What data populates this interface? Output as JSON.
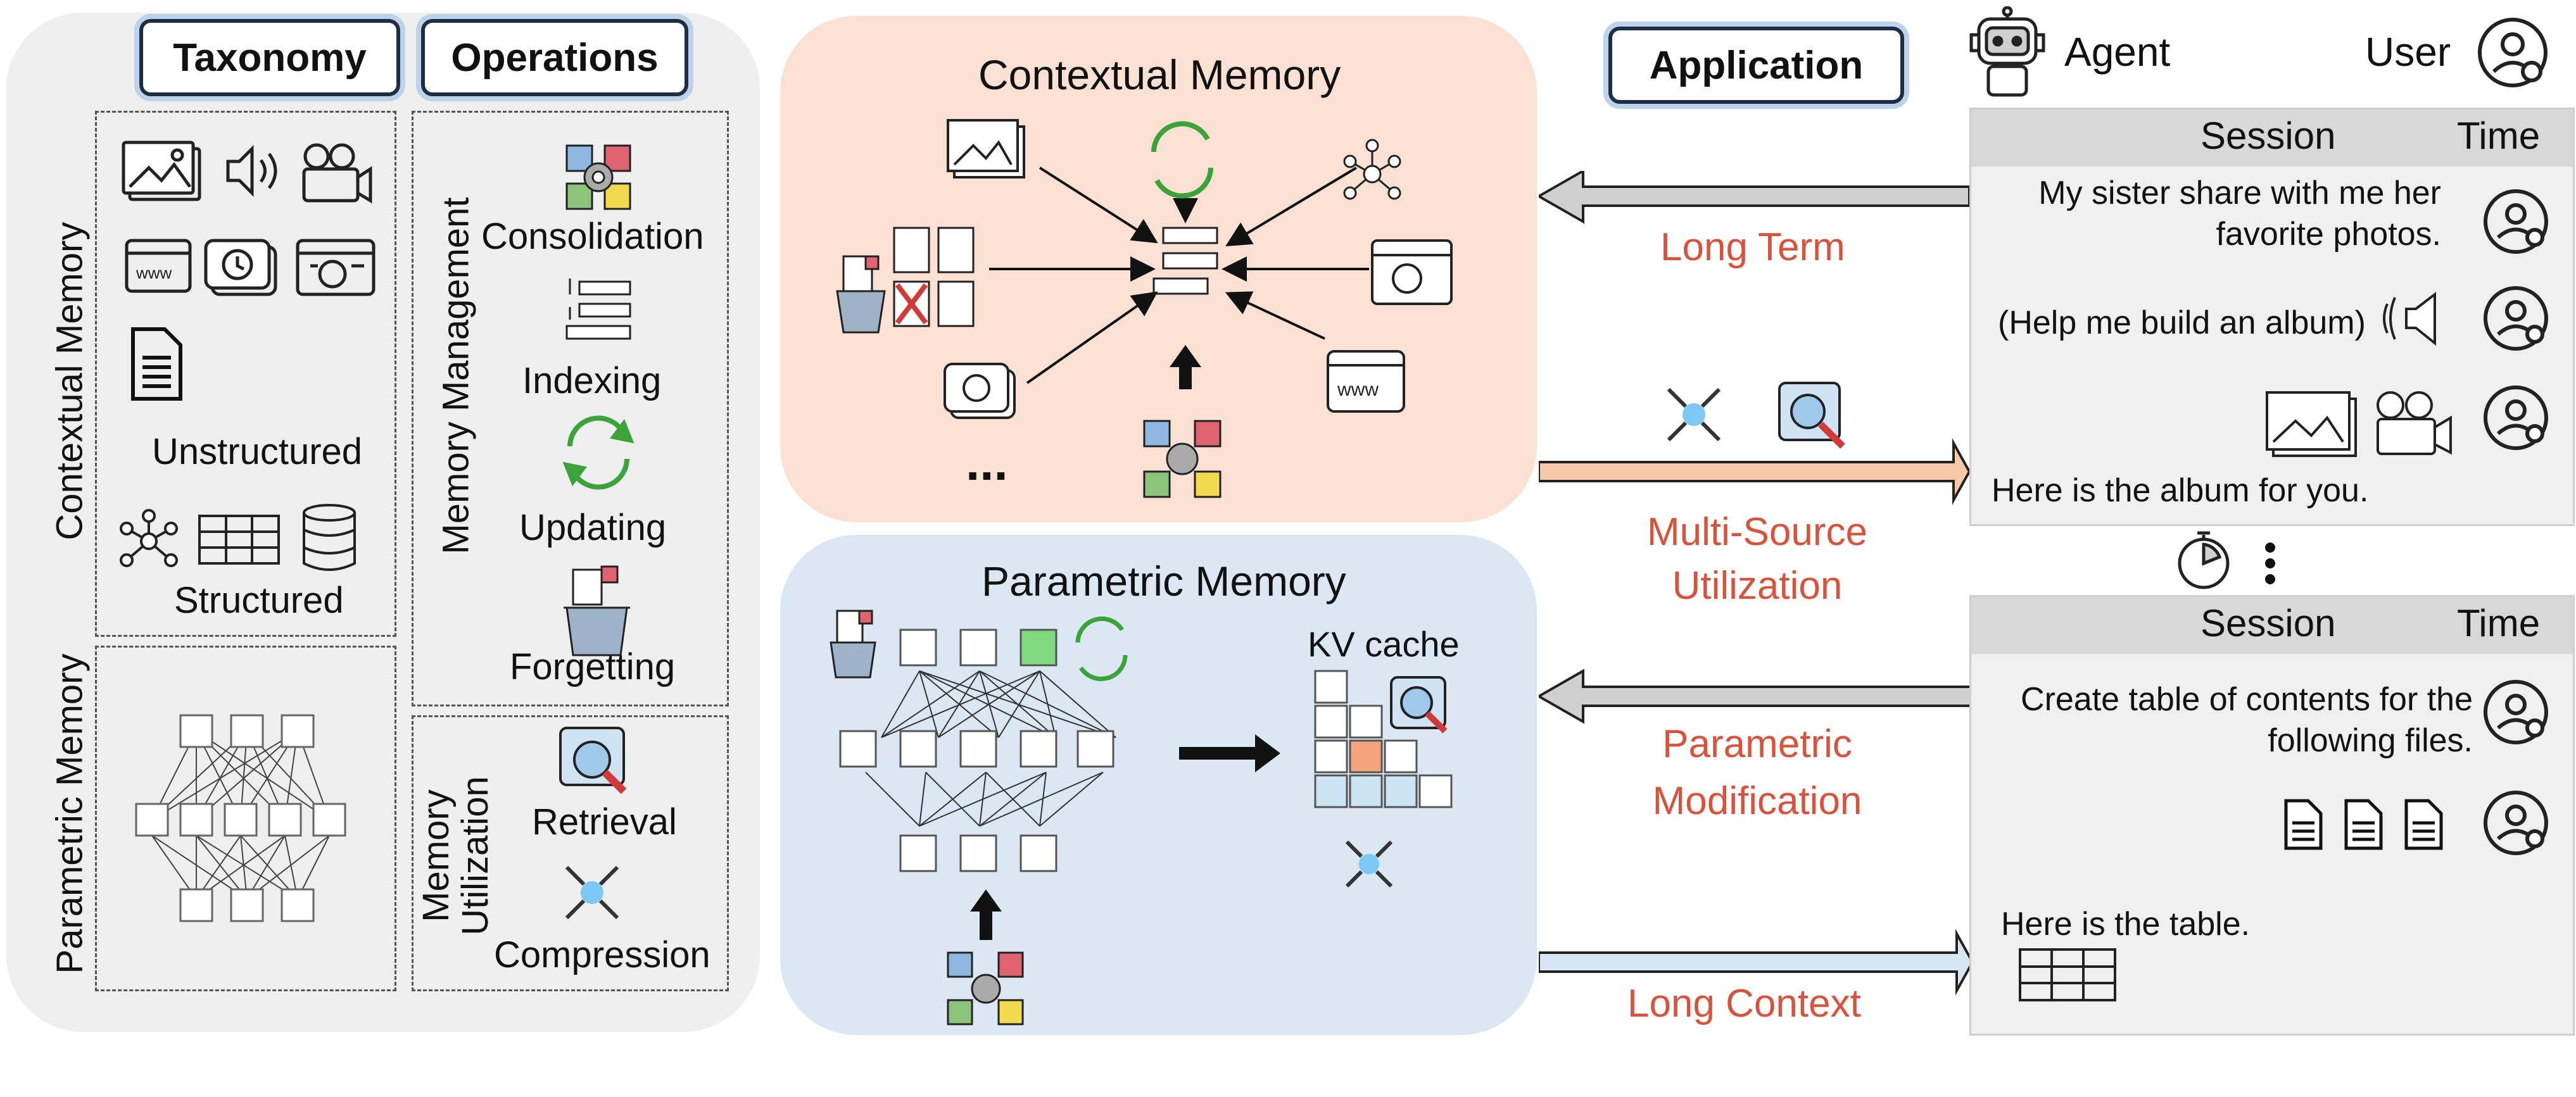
{
  "taxonomy": {
    "header": "Taxonomy",
    "contextual_label": "Contextual Memory",
    "unstructured_label": "Unstructured",
    "structured_label": "Structured",
    "parametric_label": "Parametric Memory"
  },
  "operations": {
    "header": "Operations",
    "management_label": "Memory Management",
    "consolidation": "Consolidation",
    "indexing": "Indexing",
    "updating": "Updating",
    "forgetting": "Forgetting",
    "utilization_label_1": "Memory",
    "utilization_label_2": "Utilization",
    "retrieval": "Retrieval",
    "compression": "Compression"
  },
  "contextual_panel": {
    "title": "Contextual Memory",
    "more": "..."
  },
  "parametric_panel": {
    "title": "Parametric Memory",
    "kv_cache": "KV cache"
  },
  "application": {
    "header": "Application",
    "agent": "Agent",
    "user": "User",
    "long_term": "Long Term",
    "multi_source_1": "Multi-Source",
    "multi_source_2": "Utilization",
    "parametric_mod_1": "Parametric",
    "parametric_mod_2": "Modification",
    "long_context": "Long Context"
  },
  "session1": {
    "session": "Session",
    "time": "Time",
    "msg1_line1": "My sister share with me her",
    "msg1_line2": "favorite photos.",
    "msg2": "(Help me build an album)",
    "reply": "Here is the album for you."
  },
  "session2": {
    "session": "Session",
    "time": "Time",
    "msg1_line1": "Create table of contents for the",
    "msg1_line2": "following files.",
    "reply": "Here is the table."
  },
  "colors": {
    "contextual_bg": "#fbe0d4",
    "parametric_bg": "#dbe8f4",
    "accent_red": "#d9533c",
    "arrow_orange": "#f8c9a8",
    "arrow_blue": "#d6e6f4",
    "arrow_grey": "#d0d0d0"
  }
}
